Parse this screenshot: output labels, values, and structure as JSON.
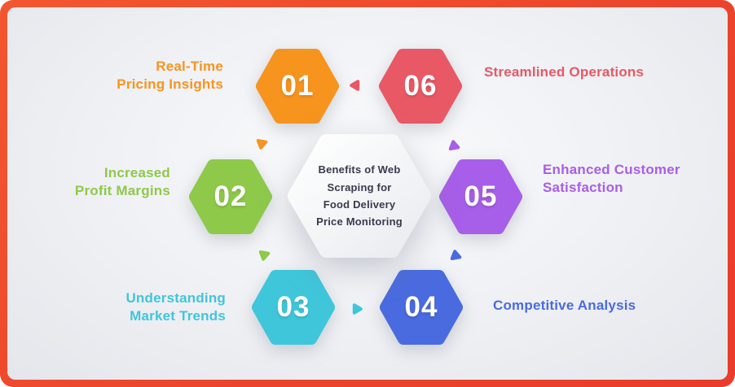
{
  "frame": {
    "border_color": "#EC452C",
    "panel_color": "#EFF0F4"
  },
  "center": {
    "lines": [
      "Benefits of Web",
      "Scraping for",
      "Food Delivery",
      "Price Monitoring"
    ],
    "text_color": "#3A3A4E"
  },
  "items": [
    {
      "number": "01",
      "label": "Real-Time\nPricing Insights",
      "color": "#F7941E"
    },
    {
      "number": "02",
      "label": "Increased\nProfit Margins",
      "color": "#8EC94A"
    },
    {
      "number": "03",
      "label": "Understanding\nMarket Trends",
      "color": "#3FC6DB"
    },
    {
      "number": "04",
      "label": "Competitive Analysis",
      "color": "#4A6BDF"
    },
    {
      "number": "05",
      "label": "Enhanced Customer\nSatisfaction",
      "color": "#A75EE8"
    },
    {
      "number": "06",
      "label": "Streamlined Operations",
      "color": "#E95865"
    }
  ],
  "arrows": [
    {
      "name": "arrow-01-to-02",
      "color": "#F7941E"
    },
    {
      "name": "arrow-02-to-03",
      "color": "#8EC94A"
    },
    {
      "name": "arrow-03-to-04",
      "color": "#3FC6DB"
    },
    {
      "name": "arrow-04-to-05",
      "color": "#4A6BDF"
    },
    {
      "name": "arrow-05-to-06",
      "color": "#A75EE8"
    },
    {
      "name": "arrow-06-to-01",
      "color": "#E95865"
    }
  ]
}
